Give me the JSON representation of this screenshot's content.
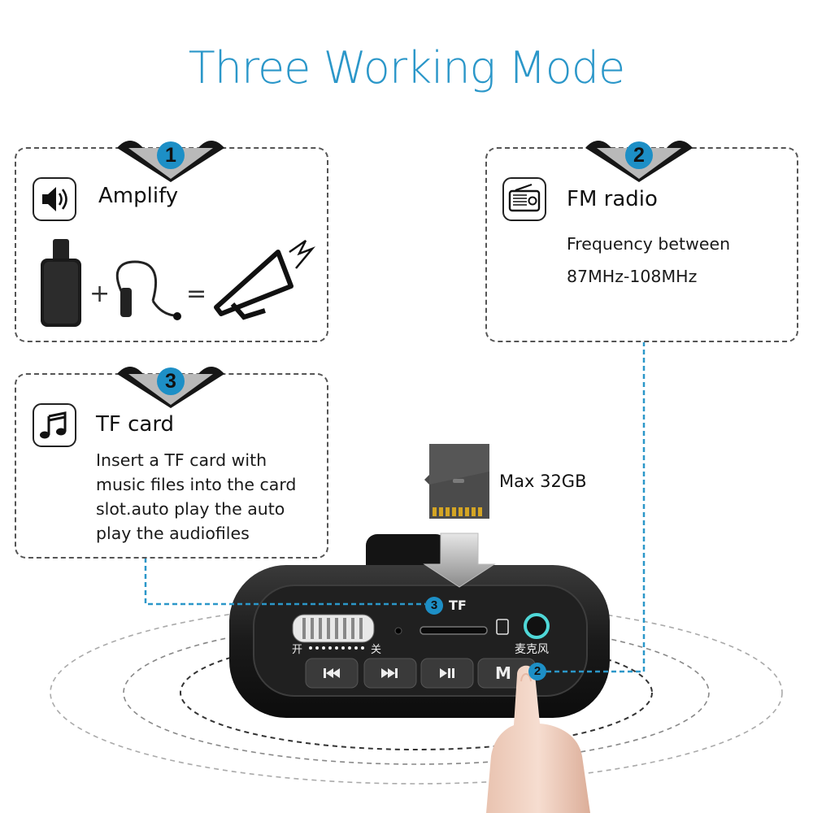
{
  "title": "Three Working Mode",
  "modes": [
    {
      "number": "1",
      "heading": "Amplify",
      "icon": "speaker-volume-icon",
      "equation": {
        "plus": "+",
        "equals": "="
      }
    },
    {
      "number": "2",
      "heading": "FM radio",
      "icon": "radio-icon",
      "description": [
        "Frequency between",
        "87MHz-108MHz"
      ]
    },
    {
      "number": "3",
      "heading": "TF card",
      "icon": "music-note-icon",
      "description": [
        "Insert a TF card with",
        "music files into the card",
        "slot.auto play the auto",
        "play the audiofiles"
      ]
    }
  ],
  "tf_card": {
    "capacity_label": "Max 32GB"
  },
  "device": {
    "slot_label": "TF",
    "slot_badge": "3",
    "jack_label": "麦克风",
    "mode_badge": "2",
    "switch_on": "开",
    "switch_off": "关",
    "mode_button": "M",
    "buttons": [
      "previous-icon",
      "next-icon",
      "play-pause-icon",
      "mode-button"
    ]
  },
  "colors": {
    "accent": "#2b97c9",
    "badge": "#1d8fc6",
    "device_body": "#1c1c1c",
    "panel_border": "#555555",
    "connector": "#2b97c9"
  }
}
